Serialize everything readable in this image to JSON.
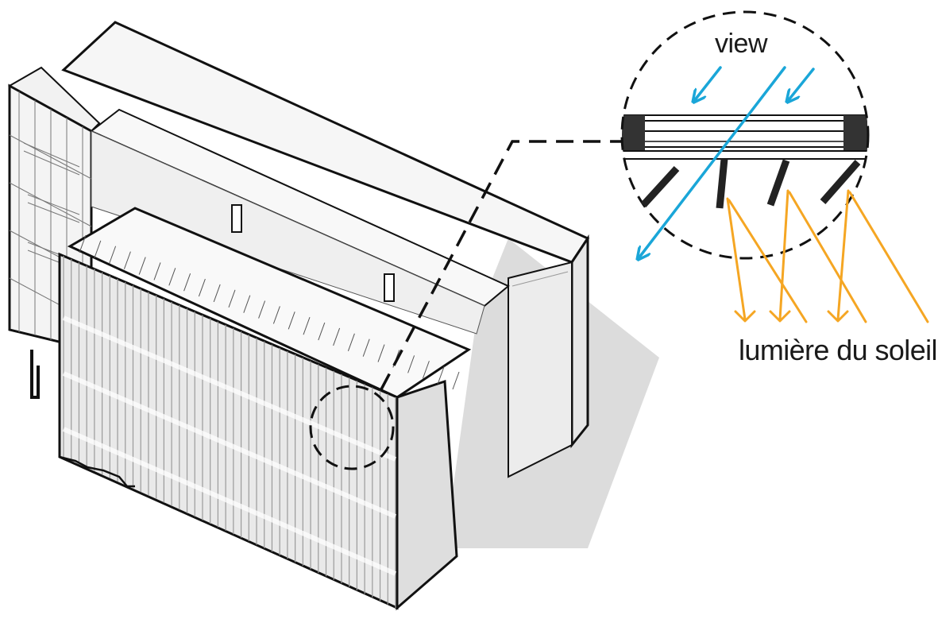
{
  "labels": {
    "view": "view",
    "sunlight": "lumière du soleil"
  },
  "colors": {
    "view_arrow": "#1aa6d8",
    "sun_ray": "#f5a623",
    "outline": "#111111",
    "fins": "#333333"
  },
  "diagram": {
    "subject": "building-facade-with-vertical-fins",
    "detail_callout": "fin-section-detail"
  }
}
